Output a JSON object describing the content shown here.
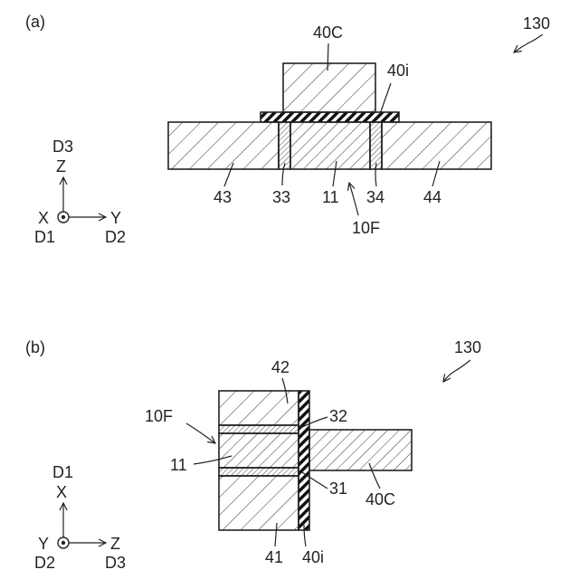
{
  "panel_a": {
    "panel_label": "(a)",
    "figure_ref": "130",
    "labels": {
      "top_electrode": "40C",
      "insulator": "40i",
      "left_region": "43",
      "left_wall": "33",
      "core": "11",
      "right_wall": "34",
      "right_region": "44",
      "film": "10F"
    },
    "axes": {
      "up_dir": "D3",
      "up_axis": "Z",
      "out_axis": "X",
      "out_dir": "D1",
      "right_axis": "Y",
      "right_dir": "D2"
    }
  },
  "panel_b": {
    "panel_label": "(b)",
    "figure_ref": "130",
    "labels": {
      "top_region": "42",
      "film": "10F",
      "upper_wall": "32",
      "core": "11",
      "lower_wall": "31",
      "side_electrode": "40C",
      "bottom_region": "41",
      "insulator": "40i"
    },
    "axes": {
      "up_dir": "D1",
      "up_axis": "X",
      "out_axis": "Y",
      "out_dir": "D2",
      "right_axis": "Z",
      "right_dir": "D3"
    }
  }
}
